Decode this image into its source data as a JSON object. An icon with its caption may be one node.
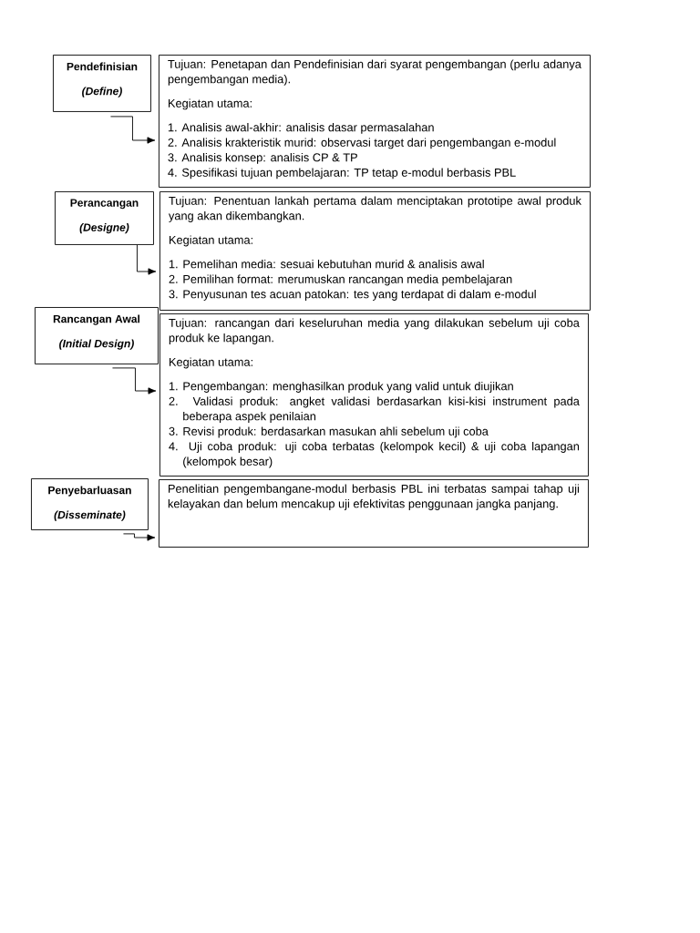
{
  "diagram": {
    "nodes": [
      {
        "text": [
          "Pendefinisian",
          "(Define)"
        ]
      },
      {
        "text": [
          "Tujuan: Penetapan dan Pendefinisian dari syarat pengembangan (perlu adanya pengembangan media).",
          "Kegiatan utama:",
          "1. Analisis awal-akhir: analisis dasar permasalahan",
          "2. Analisis krakteristik murid: observasi target dari pengembangan e-modul",
          "3. Analisis konsep: analisis CP & TP",
          "4. Spesifikasi tujuan pembelajaran: TP tetap e-modul berbasis PBL"
        ]
      },
      {
        "text": [
          "Perancangan",
          "(Designe)"
        ]
      },
      {
        "text": [
          "Tujuan: Penentuan lankah pertama dalam menciptakan prototipe awal produk yang akan dikembangkan.",
          "Kegiatan utama:",
          "1. Pemelihan media: sesuai kebutuhan murid & analisis awal",
          "2. Pemilihan format: merumuskan rancangan media pembelajaran",
          "3. Penyusunan tes acuan patokan: tes yang terdapat di dalam e-modul"
        ]
      },
      {
        "text": [
          "Rancangan Awal",
          "(Initial Design)"
        ]
      },
      {
        "text": [
          "Tujuan: rancangan dari keseluruhan media yang dilakukan sebelum uji coba produk ke lapangan.",
          "Kegiatan utama:",
          "1. Pengembangan: menghasilkan produk yang valid untuk diujikan",
          "2. Validasi produk: angket validasi berdasarkan kisi-kisi instrument pada beberapa aspek penilaian",
          "3. Revisi produk: berdasarkan masukan ahli sebelum uji coba",
          "4. Uji coba produk: uji coba terbatas (kelompok kecil) & uji coba lapangan (kelompok besar)"
        ]
      },
      {
        "text": [
          "Penyebarluasan",
          "(Disseminate)"
        ]
      },
      {
        "text": [
          "Penelitian pengembangane-modul berbasis PBL ini terbatas sampai tahap uji kelayakan dan belum mencakup uji efektivitas penggunaan jangka panjang."
        ]
      }
    ],
    "edges": [
      {
        "from": 0,
        "to": 1,
        "arrow": "to"
      },
      {
        "from": 2,
        "to": 3,
        "arrow": "to"
      },
      {
        "from": 4,
        "to": 5,
        "arrow": "to"
      },
      {
        "from": 6,
        "to": 7,
        "arrow": "to"
      }
    ]
  }
}
